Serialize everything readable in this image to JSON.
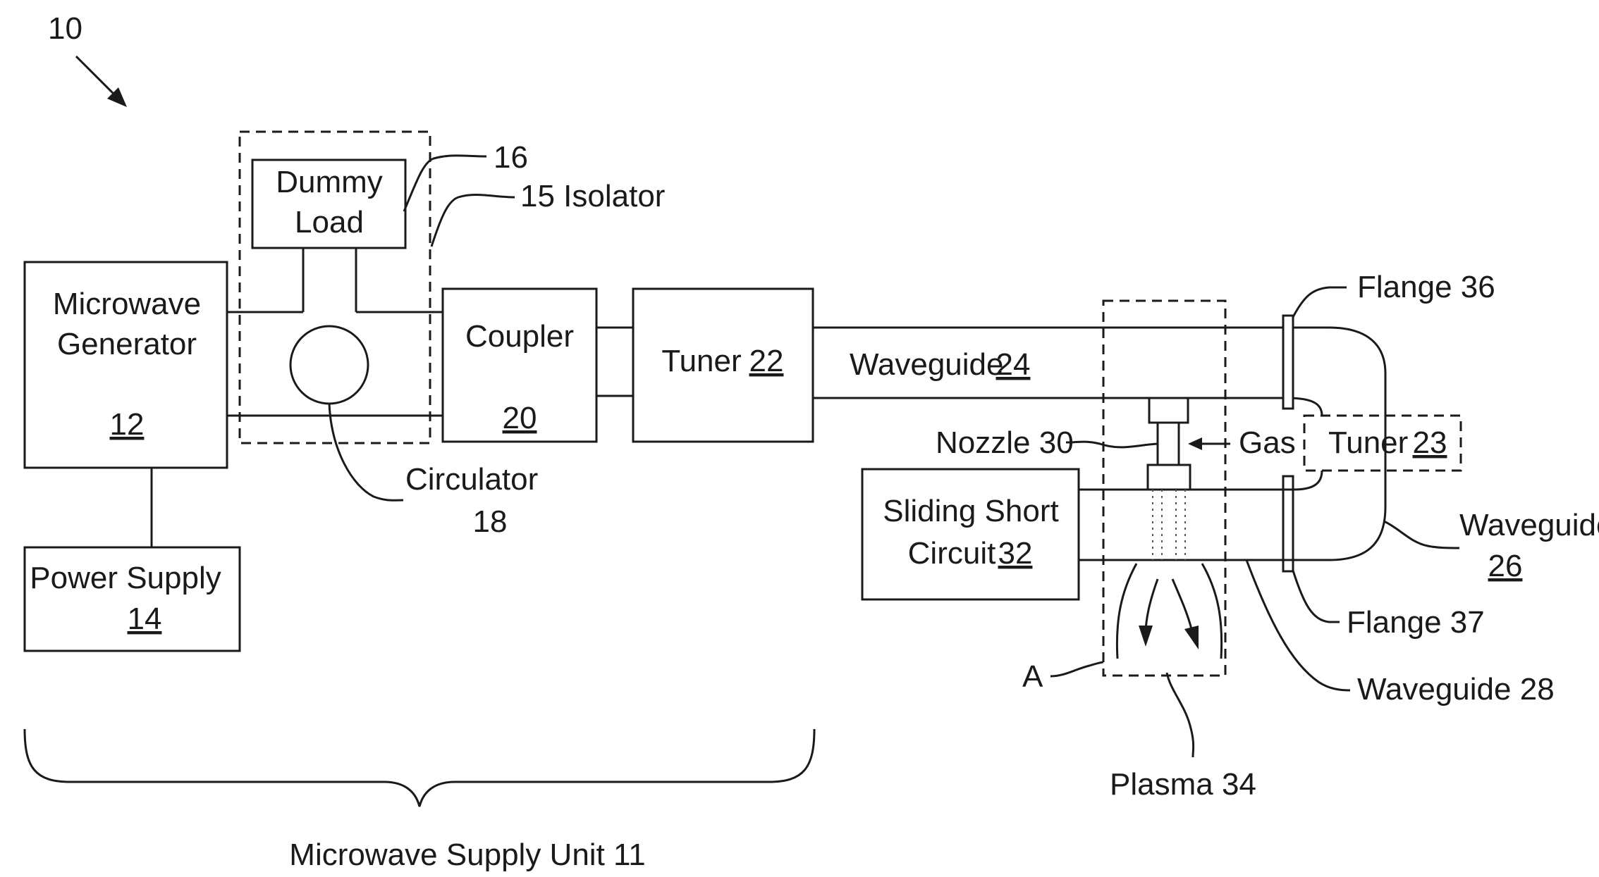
{
  "figure": {
    "ref": "10",
    "supply_unit": "Microwave Supply Unit  11",
    "microwave_generator": {
      "line1": "Microwave",
      "line2": "Generator",
      "num": "12"
    },
    "power_supply": {
      "label": "Power Supply",
      "num": "14"
    },
    "dummy_load": {
      "line1": "Dummy",
      "line2": "Load"
    },
    "ref16": "16",
    "isolator": "15  Isolator",
    "circulator": {
      "label": "Circulator",
      "num": "18"
    },
    "coupler": {
      "label": "Coupler",
      "num": "20"
    },
    "tuner22": {
      "label": "Tuner",
      "num": "22"
    },
    "waveguide24": {
      "label": "Waveguide",
      "num": "24"
    },
    "nozzle": "Nozzle 30",
    "gas": "Gas",
    "tuner23": {
      "label": "Tuner",
      "num": "23"
    },
    "sliding_short": {
      "line1": "Sliding Short",
      "line2_label": "Circuit",
      "num": "32"
    },
    "flange36": "Flange  36",
    "flange37": "Flange  37",
    "waveguide26": {
      "label": "Waveguide",
      "num": "26"
    },
    "waveguide28": "Waveguide  28",
    "region_a": "A",
    "plasma": "Plasma 34"
  }
}
